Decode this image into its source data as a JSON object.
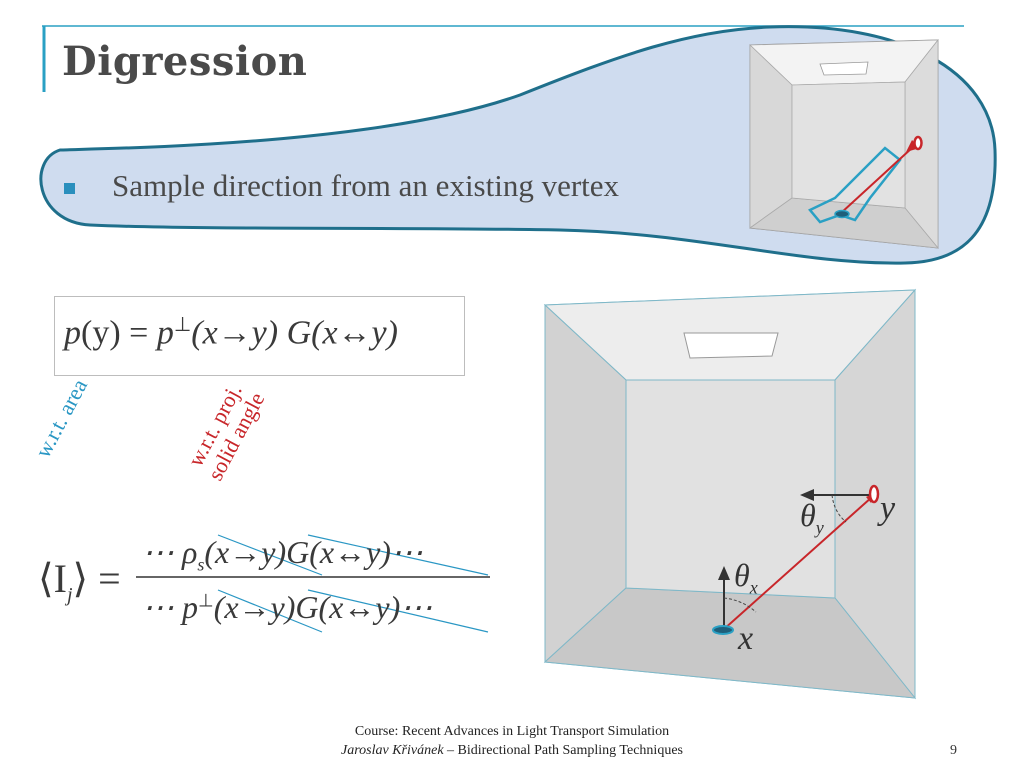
{
  "slide": {
    "title": "Digression",
    "bullet": "Sample direction from an existing vertex"
  },
  "formula": {
    "lhs_p": "p",
    "lhs_arg": "(y)",
    "equals": "=",
    "p_perp": "p",
    "perp_sup": "⊥",
    "proj_arg": "(x→y)",
    "geom": "G(x↔y)"
  },
  "annotations": {
    "area": "w.r.t. area",
    "proj_line1": "w.r.t. proj.",
    "proj_line2": "solid angle"
  },
  "estimator": {
    "lhs": "⟨I",
    "lhs_sub": "j",
    "lhs_close": "⟩ =",
    "numerator": "⋯ ρ",
    "num_sub": "s",
    "num_rest": "(x→y)G(x↔y)⋯",
    "denominator": "⋯ p",
    "den_sup": "⊥",
    "den_rest": "(x→y)G(x↔y)⋯"
  },
  "scene_labels": {
    "y": "y",
    "x": "x",
    "theta": "θ",
    "sub_y": "y",
    "sub_x": "x"
  },
  "footer": {
    "line1": "Course: Recent Advances in Light Transport Simulation",
    "author": "Jaroslav Křivánek",
    "line2_rest": " – Bidirectional Path Sampling Techniques",
    "page": "9"
  },
  "colors": {
    "accent_blue": "#2a8fbd",
    "bubble_fill": "#cfdcef",
    "bubble_stroke": "#1f6f8b",
    "path_red": "#c8262a"
  }
}
